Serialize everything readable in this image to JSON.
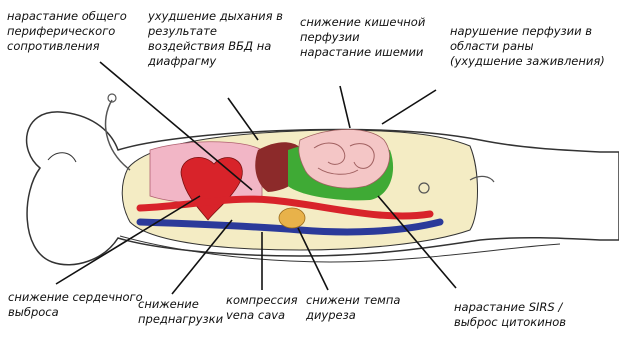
{
  "labels": {
    "top_left": [
      "нарастание общего",
      "периферического",
      "сопротивления"
    ],
    "top_mid": [
      "ухудшение дыхания в",
      "результате",
      "воздействия ВБД на",
      "диафрагму"
    ],
    "top_right_mid": [
      "снижение кишечной",
      "перфузии",
      "нарастание ишемии"
    ],
    "top_right": [
      "нарушение перфузии в",
      "области раны",
      "(ухудшение заживления)"
    ],
    "bottom_1": [
      "снижение сердечного",
      "выброса"
    ],
    "bottom_2": [
      "снижение",
      "преднагрузки"
    ],
    "bottom_3": [
      "компрессия",
      "vena cava"
    ],
    "bottom_4": [
      "снижени темпа",
      "диуреза"
    ],
    "bottom_5": [
      "нарастание SIRS /",
      "выброс цитокинов"
    ]
  },
  "colors": {
    "body_outline": "#333333",
    "body_fill": "#ffffff",
    "cavity_fill": "#f4ecc4",
    "lungs": "#f2b6c6",
    "heart": "#d8232a",
    "liver": "#8c2a2a",
    "intestine": "#f4c6c6",
    "mesentery": "#3faa35",
    "artery": "#d8232a",
    "vein": "#2b3a9a",
    "kidney": "#e8b24a",
    "arrow": "#111111"
  }
}
